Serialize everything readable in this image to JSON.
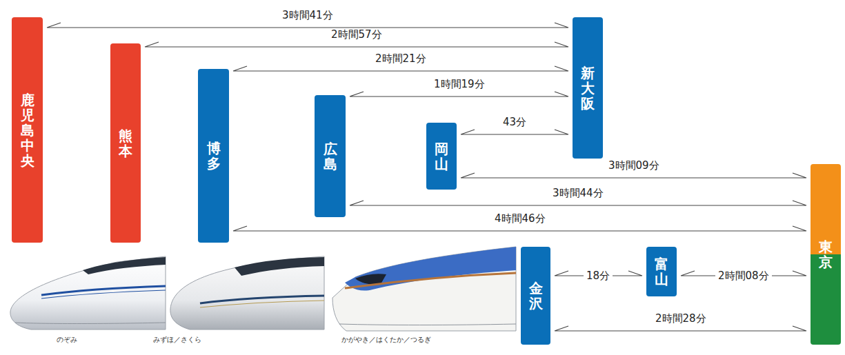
{
  "diagram": {
    "nodes": [
      {
        "text": [
          "鹿児島中央"
        ]
      },
      {
        "text": [
          "熊本"
        ]
      },
      {
        "text": [
          "博多"
        ]
      },
      {
        "text": [
          "広島"
        ]
      },
      {
        "text": [
          "岡山"
        ]
      },
      {
        "text": [
          "新大阪"
        ]
      },
      {
        "text": [
          "金沢"
        ]
      },
      {
        "text": [
          "富山"
        ]
      },
      {
        "text": [
          "東京"
        ]
      }
    ],
    "edges": [
      {
        "from": 0,
        "to": 5,
        "arrow": "both",
        "label": "3時間41分"
      },
      {
        "from": 1,
        "to": 5,
        "arrow": "both",
        "label": "2時間57分"
      },
      {
        "from": 2,
        "to": 5,
        "arrow": "both",
        "label": "2時間21分"
      },
      {
        "from": 3,
        "to": 5,
        "arrow": "both",
        "label": "1時間19分"
      },
      {
        "from": 4,
        "to": 5,
        "arrow": "both",
        "label": "43分"
      },
      {
        "from": 4,
        "to": 8,
        "arrow": "both",
        "label": "3時間09分"
      },
      {
        "from": 3,
        "to": 8,
        "arrow": "both",
        "label": "3時間44分"
      },
      {
        "from": 2,
        "to": 8,
        "arrow": "both",
        "label": "4時間46分"
      },
      {
        "from": 6,
        "to": 7,
        "arrow": "both",
        "label": "18分"
      },
      {
        "from": 7,
        "to": 8,
        "arrow": "both",
        "label": "2時間08分"
      },
      {
        "from": 6,
        "to": 8,
        "arrow": "both",
        "label": "2時間28分"
      }
    ],
    "labels": [
      "のぞみ",
      "みずほ／さくら",
      "かがやき／はくたか／つるぎ"
    ]
  }
}
